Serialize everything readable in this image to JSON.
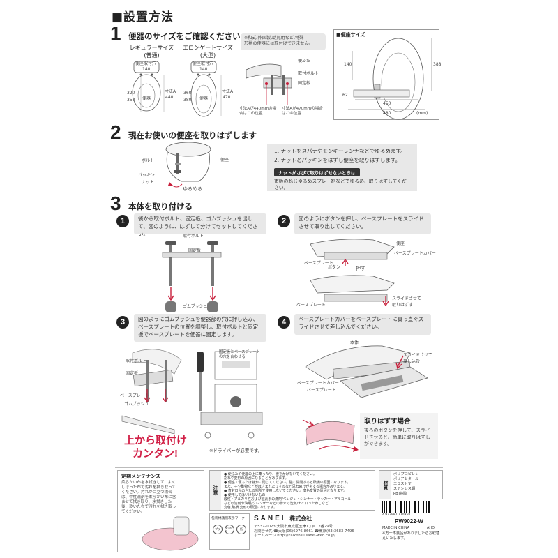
{
  "title": "■設置方法",
  "steps": [
    {
      "num": "1",
      "title": "便器のサイズをご確認ください"
    },
    {
      "num": "2",
      "title": "現在お使いの便座を取りはずします"
    },
    {
      "num": "3",
      "title": "本体を取り付ける"
    }
  ],
  "step1": {
    "regular_label": "レギュラーサイズ",
    "regular_sub": "(普通)",
    "elongated_label": "エロンゲートサイズ",
    "elongated_sub": "(大型)",
    "reg_dims": {
      "top_label": "便座取付穴",
      "width": "140",
      "d1": "320",
      "d2": "350",
      "inner": "便器",
      "side": "寸法A",
      "side_val": "440"
    },
    "elo_dims": {
      "top_label": "便座取付穴",
      "width": "140",
      "d1": "360",
      "d2": "380",
      "inner": "便器",
      "side": "寸法A",
      "side_val": "470"
    },
    "note_line1": "※和式,外国製,幼児用など,特殊",
    "note_line2": "形状の便器には取付けできません。",
    "diag_labels": [
      "便ふた",
      "取付ボルト",
      "固定板"
    ],
    "pos_note_a": "寸法Aが440mmの場合はこの位置",
    "pos_note_b": "寸法Aが470mmの場合はこの位置",
    "size_box": {
      "title": "■便座サイズ",
      "h1": "140",
      "h2": "388",
      "h3": "62",
      "w1": "450",
      "w2": "480",
      "unit": "(mm)"
    }
  },
  "step2": {
    "labels": {
      "bolt": "ボルト",
      "packing": "パッキン",
      "nut": "ナット",
      "seat": "便座",
      "loosen": "ゆるめる"
    },
    "inst1": "1. ナットをスパナやモンキーレンチなどでゆるめます。",
    "inst2": "2. ナットとパッキンをはずし便座を取りはずします。",
    "warn_title": "ナットがさびて取りはずせないときは",
    "warn_text": "市販のねじゆるめスプレー剤などでゆるめ、取りはずしてください。"
  },
  "step3": {
    "sub1": {
      "num": "1",
      "text": "袋から取付ボルト、固定板、ゴムブッシュを出して、図のように、はずして分けてセットしてください。",
      "labels": [
        "取付ボルト",
        "固定板",
        "ゴムブッシュ"
      ]
    },
    "sub2": {
      "num": "2",
      "text": "図のようにボタンを押し、ベースプレートをスライドさせて取り出してください。",
      "labels": [
        "便座",
        "ベースプレートカバー",
        "ベースプレート",
        "ボタン",
        "押す",
        "ベースプレート",
        "スライドさせて",
        "取りはずす"
      ]
    },
    "sub3": {
      "num": "3",
      "text": "図のようにゴムブッシュを便器部の穴に押し込み、ベースプレートの位置を調整し、取付ボルトと固定板でベースプレートを便器に固定します。",
      "labels": [
        "取付ボルト",
        "固定板",
        "ベースプレート",
        "ゴムブッシュ",
        "固定板とベースプレートの穴を合わせる"
      ],
      "big1": "上から取付け",
      "big2": "カンタン!",
      "note": "※ドライバーが必要です。"
    },
    "sub4": {
      "num": "4",
      "text": "ベースプレートカバーをベースプレートに真っ直ぐスライドさせて差し込んでください。",
      "labels": [
        "本体",
        "スライドさせて",
        "差し込む",
        "ベースプレートカバー",
        "ベースプレート"
      ]
    },
    "remove": {
      "title": "取りはずす場合",
      "text": "後ろのボタンを押して、スライドさせると、簡単に取りはずしができます。"
    }
  },
  "footer": {
    "maint_title": "定期メンテナンス",
    "maint_text": "柔らかい布を水拭きして、よくしぼった布で汚れを拭き取ってください。汚れが目立つ場合は、中性洗剤を柔らかい布に含ませて拭き取り、水拭きした後、乾いた布で汚れを拭き取ってください。",
    "caution_label": "注意",
    "cautions": [
      "● 便ふたや便座の上に乗ったり、腰をかけないでください。",
      "  割れや変形の原因になることがあります。",
      "● 便座・便ふたは静かに閉じてください。強く開閉すると破損の原因になります。",
      "  また、子や動物などがはさまれたりするなど思わぬけがをする場合があります。",
      "● 直射日光の当たる場所で使用しないでください。変色変質の原因となります。",
      "● 使用してはいけないもの",
      "  酸性・アルカリ性および塩素系の洗剤/ベンジン・シンナー・ラッカー・アルコール",
      "  などの溶剤や油類/クレンザーなどの粉末の洗剤/ナイロンたわしなど",
      "  変色,破損,変形の原因になります。"
    ],
    "mark_label": "包装材識別表示マーク",
    "mark_items": [
      "プラ",
      "ダンボール",
      "紙"
    ],
    "company_logo": "SANEI",
    "company_kk": "株式会社",
    "address": "〒537-0023 大阪市東成区玉津1丁目12番29号",
    "contact": "お問合せ先 ☎大阪(06)6976-8661 ☎東京(03)3683-7496",
    "web": "ホームページ http://kaikebsu.sanei-web.co.jp/",
    "material_label": "材質",
    "materials": [
      "ポリプロピレン",
      "ポリアセタール",
      "エラストマー",
      "ステンレス鋼",
      "PBT樹脂"
    ],
    "product_code": "PW9022-W",
    "barcode_num": "4 973987 770958",
    "made_in": "MADE IN CHINA",
    "code_small": "AHD",
    "disclaimer": "※万一不良品がありましたらお取替えいたします。"
  }
}
